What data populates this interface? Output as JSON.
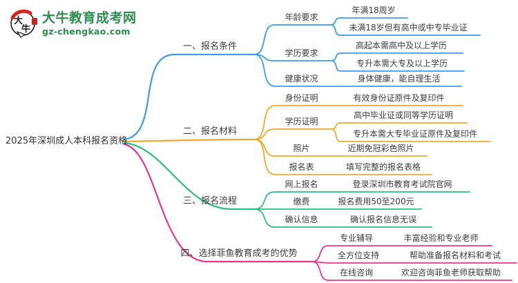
{
  "site": {
    "logo_title": "大牛教育成考网",
    "logo_domain": "gz-chengkao.com",
    "logo_mark_char1": "大",
    "logo_mark_char2": "牛"
  },
  "root": "2025年深圳成人本科报名资格",
  "colors": {
    "branch1_blue": "#3B9BF0",
    "branch2_orange": "#F0A830",
    "branch3_green": "#2BBE7C",
    "branch4_pink": "#F0338B",
    "text": "#3C3C3C",
    "logo_green": "#2D8C4E",
    "logo_seal_red": "#C6261D"
  },
  "branches": [
    {
      "label": "一、报名条件",
      "children": [
        {
          "label": "年龄要求",
          "leaves": [
            "年满18周岁",
            "未满18岁但有高中或中专毕业证"
          ]
        },
        {
          "label": "学历要求",
          "leaves": [
            "高起本需高中及以上学历",
            "专升本需大专及以上学历"
          ]
        },
        {
          "label": "健康状况",
          "leaves": [
            "身体健康，能自理生活"
          ]
        }
      ]
    },
    {
      "label": "二、报名材料",
      "children": [
        {
          "label": "身份证明",
          "leaves": [
            "有效身份证原件及复印件"
          ]
        },
        {
          "label": "学历证明",
          "leaves": [
            "高中毕业证或同等学历证明",
            "专升本需大专毕业证原件及复印件"
          ]
        },
        {
          "label": "照片",
          "leaves": [
            "近期免冠彩色照片"
          ]
        },
        {
          "label": "报名表",
          "leaves": [
            "填写完整的报名表格"
          ]
        }
      ]
    },
    {
      "label": "三、报名流程",
      "children": [
        {
          "label": "网上报名",
          "leaves": [
            "登录深圳市教育考试院官网"
          ]
        },
        {
          "label": "缴费",
          "leaves": [
            "报名费用50至200元"
          ]
        },
        {
          "label": "确认信息",
          "leaves": [
            "确认报名信息无误"
          ]
        }
      ]
    },
    {
      "label": "四、选择菲鱼教育成考的优势",
      "children": [
        {
          "label": "专业辅导",
          "leaves": [
            "丰富经验和专业老师"
          ]
        },
        {
          "label": "全方位支持",
          "leaves": [
            "帮助准备报名材料和考试"
          ]
        },
        {
          "label": "在线咨询",
          "leaves": [
            "欢迎咨询菲鱼老师获取帮助"
          ]
        }
      ]
    }
  ]
}
